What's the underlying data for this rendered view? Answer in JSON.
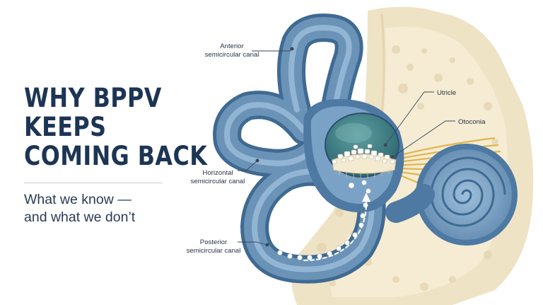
{
  "headline": {
    "line1": "WHY BPPV",
    "line2": "KEEPS",
    "line3": "COMING BACK"
  },
  "subtitle": {
    "line1": "What we know —",
    "line2": "and what we don’t"
  },
  "labels": {
    "anterior": {
      "line1": "Anterior",
      "line2": "semicircular canal"
    },
    "horizontal": {
      "line1": "Horizontal",
      "line2": "semicircular canal"
    },
    "posterior": {
      "line1": "Posterior",
      "line2": "semicircular canal"
    },
    "utricle": "Utricle",
    "otoconia": "Otoconia"
  },
  "colors": {
    "title": "#1d3554",
    "canal": "#5f88ae",
    "canal_inner": "#8cb2d2",
    "bone": "#efe3c6",
    "utricle": "#2e7176",
    "nerve": "#e0b64e"
  }
}
